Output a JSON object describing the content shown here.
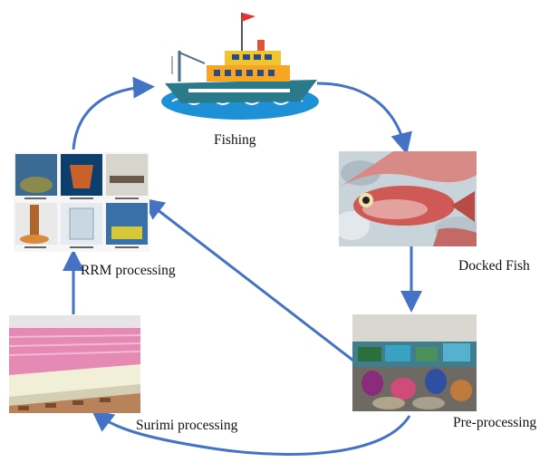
{
  "nodes": {
    "fishing": {
      "label": "Fishing",
      "icon": "fishing-boat-icon"
    },
    "docked_fish": {
      "label": "Docked Fish",
      "icon": "docked-fish-photo"
    },
    "pre_processing": {
      "label": "Pre-processing",
      "icon": "fish-market-photo"
    },
    "surimi_processing": {
      "label": "Surimi processing",
      "icon": "surimi-blocks-photo"
    },
    "rrm_processing": {
      "label": "RRM processing",
      "icon": "rrm-samples-photo"
    }
  },
  "edges": [
    {
      "from": "fishing",
      "to": "docked_fish"
    },
    {
      "from": "docked_fish",
      "to": "pre_processing"
    },
    {
      "from": "pre_processing",
      "to": "surimi_processing"
    },
    {
      "from": "pre_processing",
      "to": "rrm_processing"
    },
    {
      "from": "surimi_processing",
      "to": "rrm_processing"
    },
    {
      "from": "rrm_processing",
      "to": "fishing"
    }
  ],
  "colors": {
    "arrow": "#4472c4",
    "sea": "#1e90d6",
    "hull": "#2b7a8c"
  }
}
